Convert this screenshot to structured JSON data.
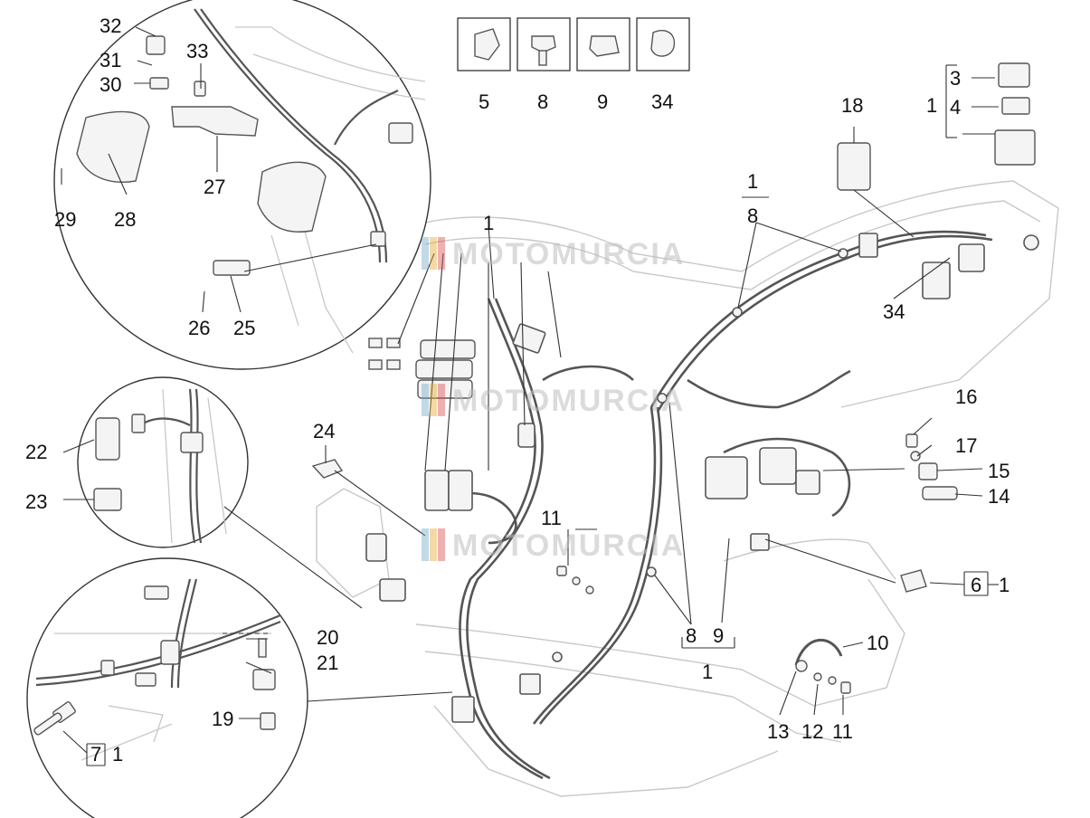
{
  "watermark": {
    "text": "MOTOMURCIA"
  },
  "callouts": [
    "32",
    "31",
    "30",
    "33",
    "27",
    "28",
    "29",
    "26",
    "25",
    "5",
    "8",
    "9",
    "34",
    "1",
    "3",
    "4",
    "18",
    "1",
    "8",
    "34",
    "1",
    "24",
    "22",
    "23",
    "16",
    "17",
    "15",
    "14",
    "11",
    "6",
    "1",
    "8",
    "9",
    "1",
    "20",
    "21",
    "19",
    "7",
    "1",
    "10",
    "13",
    "12",
    "11"
  ],
  "colors": {
    "line": "#555555",
    "label": "#111111",
    "background": "#ffffff"
  }
}
